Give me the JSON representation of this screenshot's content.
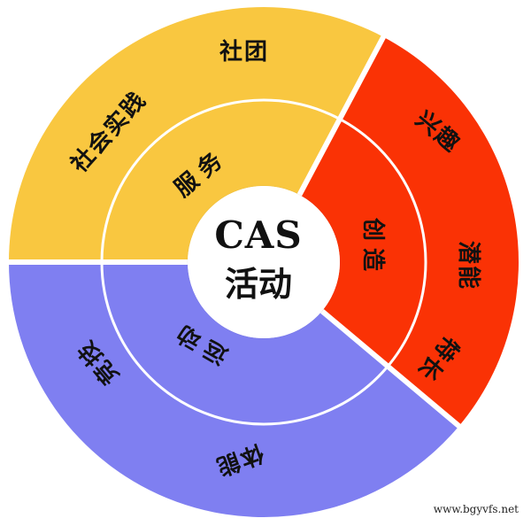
{
  "colors": {
    "service": "#f9c740",
    "creativity": "#fa3205",
    "activity": "#7f7ff1",
    "divider": "#ffffff",
    "center": "#ffffff",
    "text": "#111111"
  },
  "diagram": {
    "center": {
      "title": "CAS",
      "subtitle": "活动"
    },
    "sectors": [
      {
        "id": "service",
        "name": "服务",
        "color_key": "service",
        "items": [
          "社会实践",
          "社团"
        ]
      },
      {
        "id": "creativity",
        "name": "创造",
        "color_key": "creativity",
        "items": [
          "兴趣",
          "潜能",
          "特长"
        ]
      },
      {
        "id": "activity",
        "name": "运动",
        "color_key": "activity",
        "items": [
          "体能",
          "竞技"
        ]
      }
    ]
  },
  "watermark": "www.bgyvfs.net"
}
